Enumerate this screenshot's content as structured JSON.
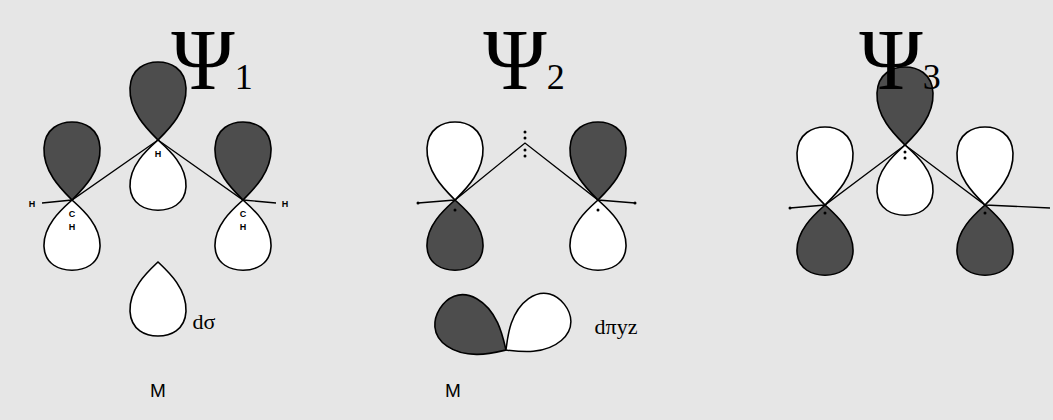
{
  "diagram": {
    "labels": [
      "Ψ1",
      "Ψ2",
      "Ψ3",
      "H",
      "C",
      "H",
      "H",
      "C",
      "H",
      "H",
      "dσ",
      "M",
      "dπyz",
      "M"
    ]
  }
}
